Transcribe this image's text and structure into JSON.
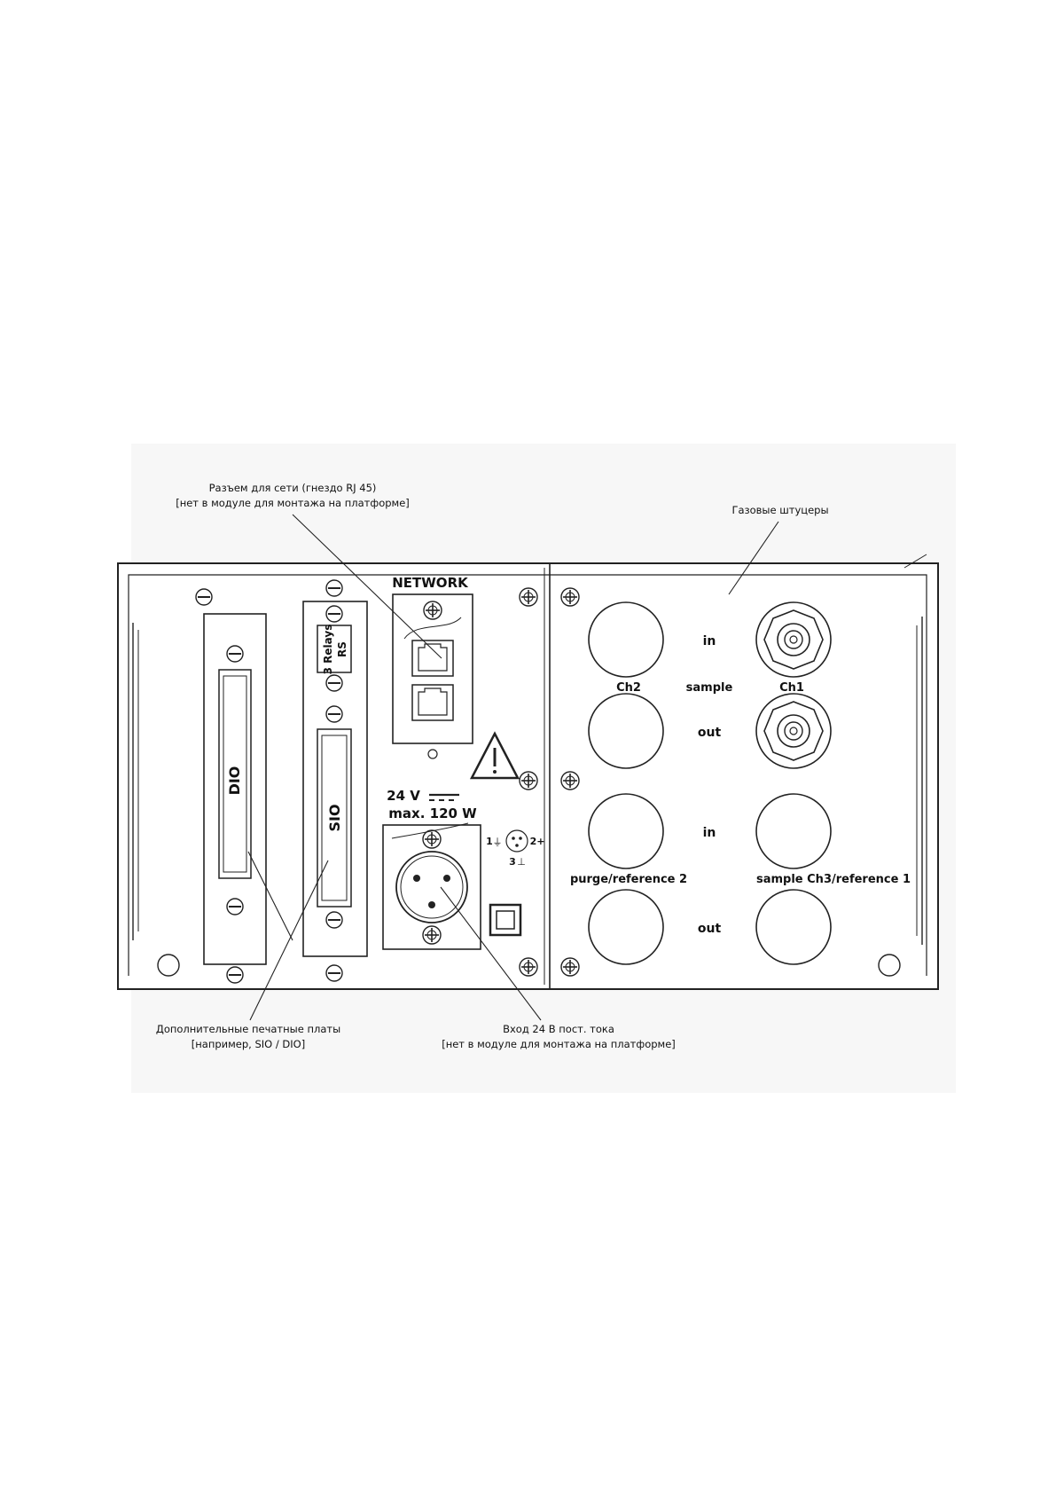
{
  "callouts": {
    "network_line1": "Разъем для сети (гнездо RJ 45)",
    "network_line2": "[нет в модуле для монтажа на платформе]",
    "gas_fittings": "Газовые штуцеры",
    "boards_line1": "Дополнительные печатные платы",
    "boards_line2": "[например, SIO / DIO]",
    "power_line1": "Вход 24 В пост. тока",
    "power_line2": "[нет в модуле для монтажа на платформе]"
  },
  "panel": {
    "network": "NETWORK",
    "voltage": "24 V",
    "power": "max. 120 W",
    "relays_line1": "3 Relays",
    "relays_line2": "RS",
    "sio": "SIO",
    "dio": "DIO",
    "pin1": "1",
    "pin2": "2+",
    "pin3": "3",
    "in_top": "in",
    "ch2": "Ch2",
    "sample_mid": "sample",
    "ch1": "Ch1",
    "out_top": "out",
    "in_bottom": "in",
    "purge_ref2": "purge/reference 2",
    "sample_ch3_ref1": "sample Ch3/reference 1",
    "out_bottom": "out"
  }
}
